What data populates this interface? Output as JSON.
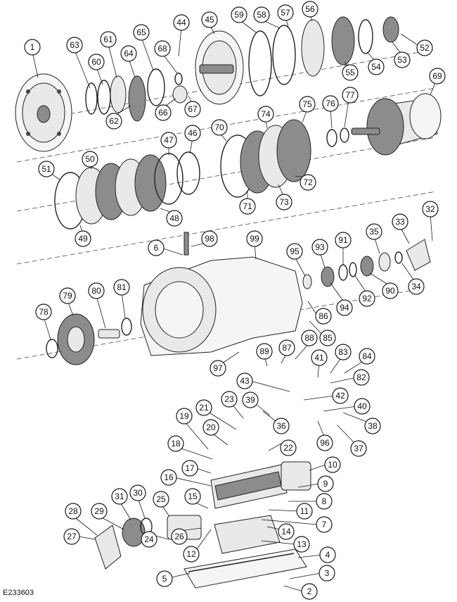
{
  "figure": {
    "reference": "E233603",
    "callouts": [
      {
        "label": "1"
      },
      {
        "label": "63"
      },
      {
        "label": "60"
      },
      {
        "label": "61"
      },
      {
        "label": "64"
      },
      {
        "label": "65"
      },
      {
        "label": "62"
      },
      {
        "label": "68"
      },
      {
        "label": "44"
      },
      {
        "label": "45"
      },
      {
        "label": "66"
      },
      {
        "label": "67"
      },
      {
        "label": "59"
      },
      {
        "label": "58"
      },
      {
        "label": "57"
      },
      {
        "label": "56"
      },
      {
        "label": "55"
      },
      {
        "label": "54"
      },
      {
        "label": "53"
      },
      {
        "label": "52"
      },
      {
        "label": "69"
      },
      {
        "label": "77"
      },
      {
        "label": "76"
      },
      {
        "label": "75"
      },
      {
        "label": "74"
      },
      {
        "label": "70"
      },
      {
        "label": "72"
      },
      {
        "label": "73"
      },
      {
        "label": "71"
      },
      {
        "label": "46"
      },
      {
        "label": "47"
      },
      {
        "label": "50"
      },
      {
        "label": "51"
      },
      {
        "label": "48"
      },
      {
        "label": "49"
      },
      {
        "label": "6"
      },
      {
        "label": "98"
      },
      {
        "label": "99"
      },
      {
        "label": "95"
      },
      {
        "label": "93"
      },
      {
        "label": "91"
      },
      {
        "label": "35"
      },
      {
        "label": "33"
      },
      {
        "label": "32"
      },
      {
        "label": "94"
      },
      {
        "label": "92"
      },
      {
        "label": "90"
      },
      {
        "label": "34"
      },
      {
        "label": "79"
      },
      {
        "label": "80"
      },
      {
        "label": "81"
      },
      {
        "label": "78"
      },
      {
        "label": "86"
      },
      {
        "label": "85"
      },
      {
        "label": "88"
      },
      {
        "label": "83"
      },
      {
        "label": "84"
      },
      {
        "label": "87"
      },
      {
        "label": "89"
      },
      {
        "label": "97"
      },
      {
        "label": "41"
      },
      {
        "label": "82"
      },
      {
        "label": "43"
      },
      {
        "label": "42"
      },
      {
        "label": "40"
      },
      {
        "label": "39"
      },
      {
        "label": "23"
      },
      {
        "label": "21"
      },
      {
        "label": "36"
      },
      {
        "label": "38"
      },
      {
        "label": "96"
      },
      {
        "label": "37"
      },
      {
        "label": "19"
      },
      {
        "label": "20"
      },
      {
        "label": "22"
      },
      {
        "label": "18"
      },
      {
        "label": "17"
      },
      {
        "label": "10"
      },
      {
        "label": "16"
      },
      {
        "label": "9"
      },
      {
        "label": "8"
      },
      {
        "label": "15"
      },
      {
        "label": "11"
      },
      {
        "label": "31"
      },
      {
        "label": "30"
      },
      {
        "label": "25"
      },
      {
        "label": "28"
      },
      {
        "label": "29"
      },
      {
        "label": "7"
      },
      {
        "label": "14"
      },
      {
        "label": "27"
      },
      {
        "label": "24"
      },
      {
        "label": "26"
      },
      {
        "label": "12"
      },
      {
        "label": "13"
      },
      {
        "label": "4"
      },
      {
        "label": "5"
      },
      {
        "label": "3"
      },
      {
        "label": "2"
      }
    ]
  }
}
